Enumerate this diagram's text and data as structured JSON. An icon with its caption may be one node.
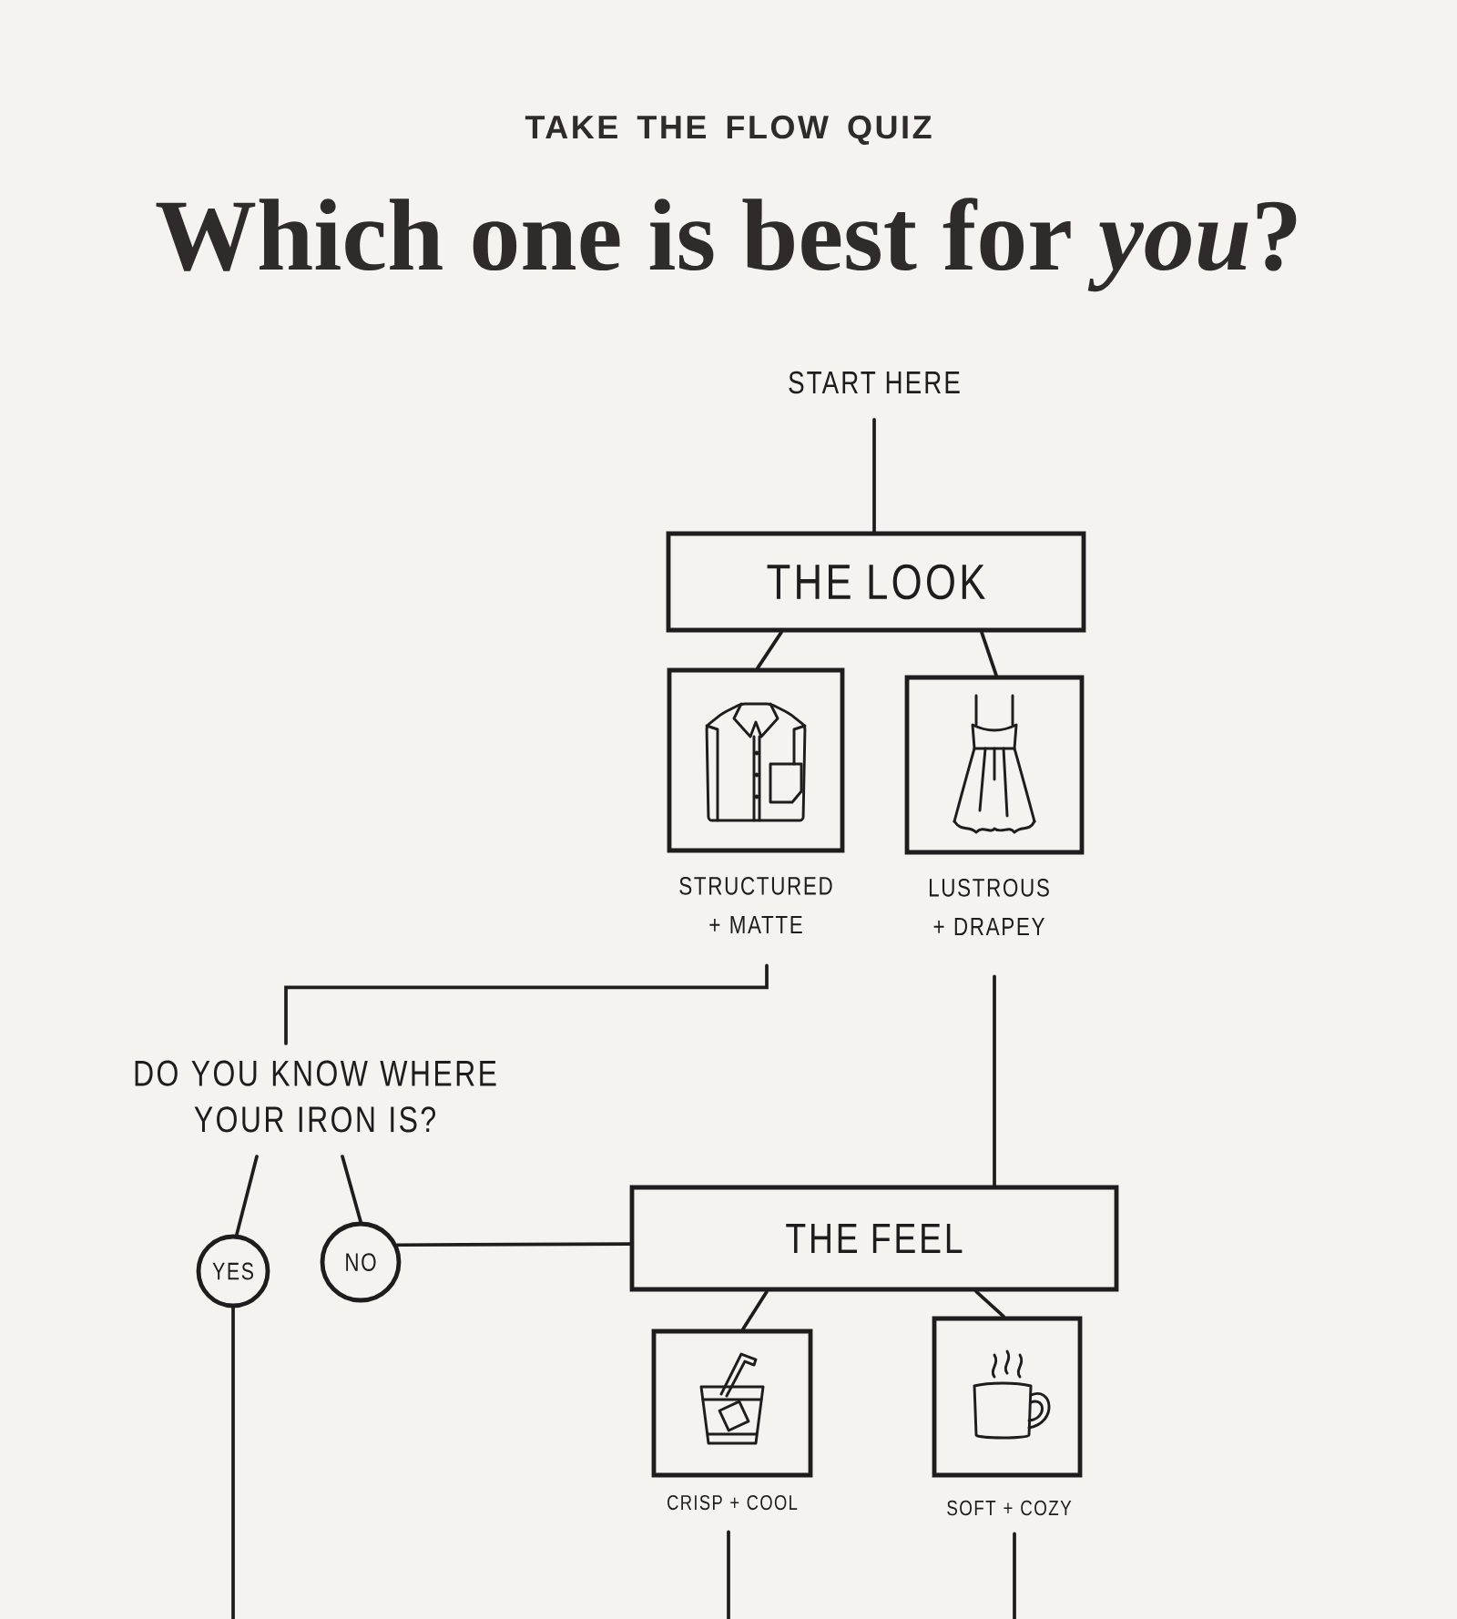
{
  "diagram": {
    "title": "Which one is best for *you*?",
    "nodes": [
      {
        "text": [
          "START HERE"
        ]
      },
      {
        "text": [
          "THE LOOK"
        ]
      },
      {
        "text": [],
        "shape": "picture",
        "beside": [
          "STRUCTURED + MATTE"
        ]
      },
      {
        "text": [],
        "shape": "picture",
        "beside": [
          "LUSTROUS + DRAPEY"
        ]
      },
      {
        "text": [
          "DO YOU KNOW WHERE YOUR IRON IS?"
        ]
      },
      {
        "text": [
          "YES"
        ]
      },
      {
        "text": [
          "NO"
        ]
      },
      {
        "text": [
          "THE FEEL"
        ]
      },
      {
        "text": [],
        "shape": "picture",
        "beside": [
          "CRISP + COOL"
        ]
      },
      {
        "text": [],
        "shape": "picture",
        "beside": [
          "SOFT + COZY"
        ]
      }
    ],
    "edges": [
      {
        "from": 0,
        "to": 1,
        "arrow": "none"
      },
      {
        "from": 1,
        "to": 2,
        "arrow": "none"
      },
      {
        "from": 1,
        "to": 3,
        "arrow": "none"
      },
      {
        "from": 2,
        "to": 4,
        "arrow": "none"
      },
      {
        "from": 3,
        "to": 7,
        "arrow": "none"
      },
      {
        "from": 4,
        "to": 5,
        "arrow": "none"
      },
      {
        "from": 4,
        "to": 6,
        "arrow": "none"
      },
      {
        "from": 6,
        "to": 7,
        "arrow": "none"
      },
      {
        "from": 7,
        "to": 8,
        "arrow": "none"
      },
      {
        "from": 7,
        "to": 9,
        "arrow": "none"
      },
      {
        "from": 5,
        "to": null,
        "arrow": "none"
      },
      {
        "from": 8,
        "to": null,
        "arrow": "none"
      },
      {
        "from": 9,
        "to": null,
        "arrow": "none"
      }
    ],
    "labels": [
      "TAKE THE FLOW QUIZ"
    ]
  }
}
